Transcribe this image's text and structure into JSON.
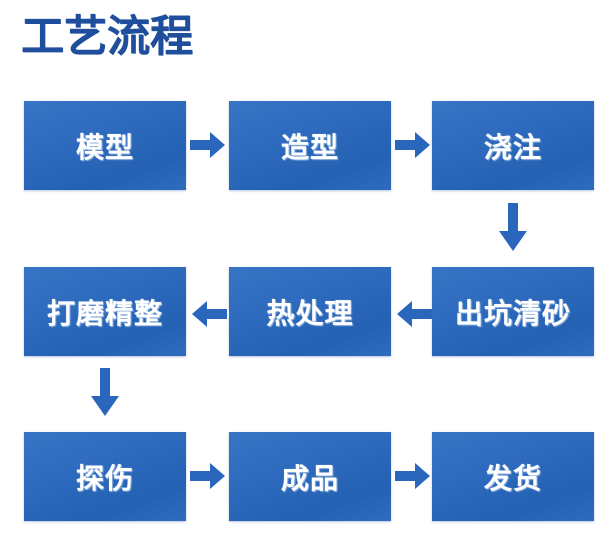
{
  "page": {
    "title": "工艺流程",
    "background_color": "#FFFFFF",
    "title_color": "#1F4E9C",
    "node_color": "#2E6BBE",
    "node_text_color": "#FFFFFF",
    "arrow_color": "#2A66BC"
  },
  "flow": {
    "rows": [
      {
        "direction": "left-to-right",
        "nodes": [
          {
            "id": "moxing",
            "label": "模型"
          },
          {
            "id": "zaoxing",
            "label": "造型"
          },
          {
            "id": "jiaozhu",
            "label": "浇注"
          }
        ]
      },
      {
        "direction": "right-to-left",
        "nodes": [
          {
            "id": "damo",
            "label": "打磨精整"
          },
          {
            "id": "rechuli",
            "label": "热处理"
          },
          {
            "id": "chukeng",
            "label": "出坑清砂"
          }
        ]
      },
      {
        "direction": "left-to-right",
        "nodes": [
          {
            "id": "tanshang",
            "label": "探伤"
          },
          {
            "id": "chengpin",
            "label": "成品"
          },
          {
            "id": "fahuo",
            "label": "发货"
          }
        ]
      }
    ],
    "connectors": [
      {
        "id": "r1-a1",
        "type": "arrow-right",
        "from": "模型",
        "to": "造型"
      },
      {
        "id": "r1-a2",
        "type": "arrow-right",
        "from": "造型",
        "to": "浇注"
      },
      {
        "id": "v1",
        "type": "arrow-down",
        "from": "浇注",
        "to": "出坑清砂"
      },
      {
        "id": "r2-a1",
        "type": "arrow-left",
        "from": "出坑清砂",
        "to": "热处理"
      },
      {
        "id": "r2-a2",
        "type": "arrow-left",
        "from": "热处理",
        "to": "打磨精整"
      },
      {
        "id": "v2",
        "type": "arrow-down",
        "from": "打磨精整",
        "to": "探伤"
      },
      {
        "id": "r3-a1",
        "type": "arrow-right",
        "from": "探伤",
        "to": "成品"
      },
      {
        "id": "r3-a2",
        "type": "arrow-right",
        "from": "成品",
        "to": "发货"
      }
    ]
  },
  "chart_data": {
    "type": "diagram",
    "title": "工艺流程",
    "steps": [
      "模型",
      "造型",
      "浇注",
      "出坑清砂",
      "热处理",
      "打磨精整",
      "探伤",
      "成品",
      "发货"
    ],
    "layout": "serpentine-3x3"
  }
}
